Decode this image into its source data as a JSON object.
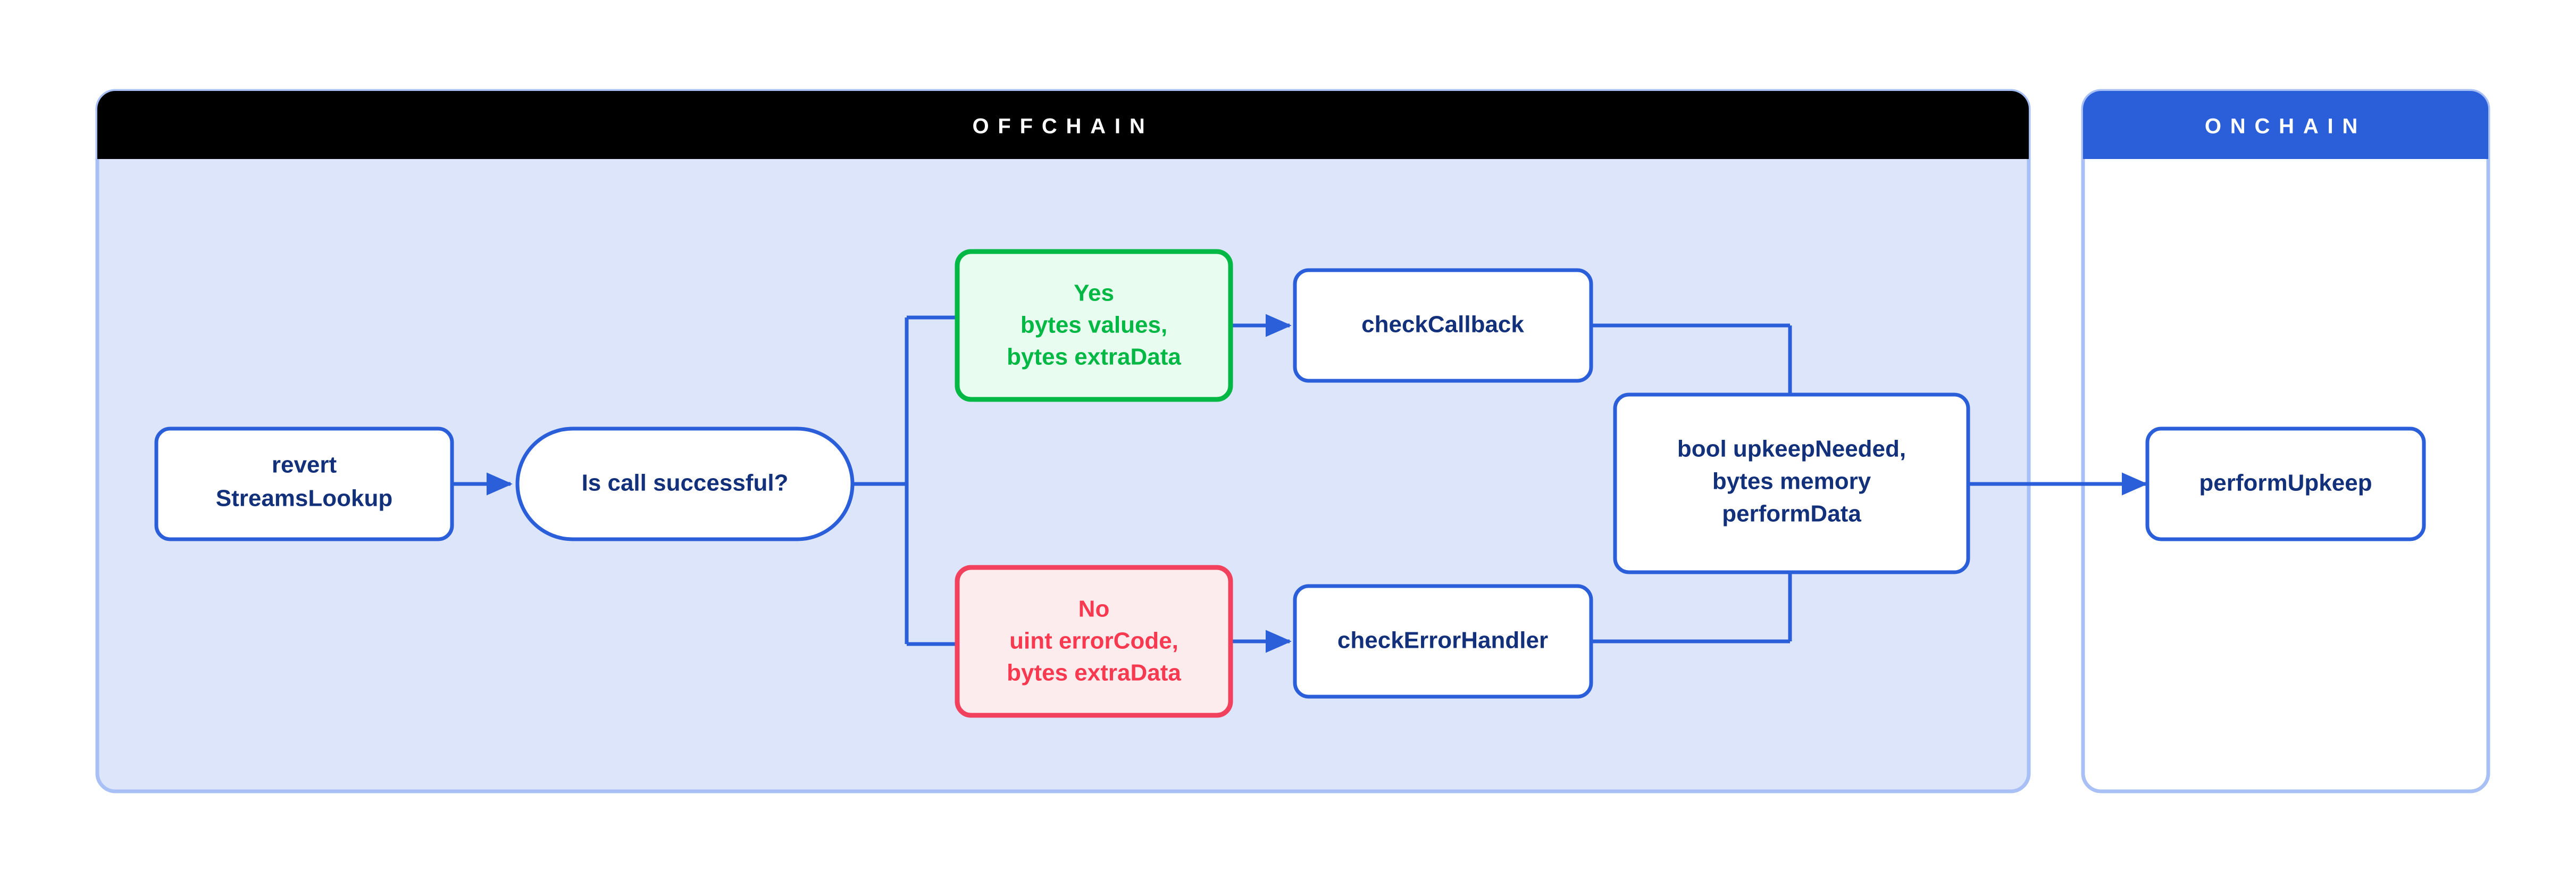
{
  "diagram": {
    "title_offchain": "OFFCHAIN",
    "title_onchain": "ONCHAIN",
    "colors": {
      "offchain_header_bg": "#000000",
      "onchain_header_bg": "#2B5FD9",
      "offchain_body_bg": "#DCE5F9",
      "onchain_body_bg": "#FFFFFF",
      "panel_border": "#A8C0F5",
      "connector": "#2B5FD9",
      "node_border": "#2B5FD9",
      "node_fill": "#FFFFFF",
      "node_text": "#13307B",
      "success_border": "#00B843",
      "success_fill": "#E8FCF0",
      "success_text": "#00B843",
      "error_border": "#F2415C",
      "error_fill": "#FDECEE",
      "error_text": "#F8394F",
      "header_text": "#FFFFFF"
    },
    "panels": [
      {
        "id": "offchain",
        "label": "OFFCHAIN"
      },
      {
        "id": "onchain",
        "label": "ONCHAIN"
      }
    ],
    "nodes": [
      {
        "id": "revert-streamslookup",
        "kind": "process",
        "lines": [
          "revert",
          "StreamsLookup"
        ]
      },
      {
        "id": "is-call-successful",
        "kind": "decision",
        "lines": [
          "Is call successful?"
        ]
      },
      {
        "id": "yes-branch",
        "kind": "success",
        "lines": [
          "Yes",
          "bytes values,",
          "bytes extraData"
        ]
      },
      {
        "id": "no-branch",
        "kind": "error",
        "lines": [
          "No",
          "uint errorCode,",
          "bytes extraData"
        ]
      },
      {
        "id": "check-callback",
        "kind": "process",
        "lines": [
          "checkCallback"
        ]
      },
      {
        "id": "check-error-handler",
        "kind": "process",
        "lines": [
          "checkErrorHandler"
        ]
      },
      {
        "id": "upkeep-needed",
        "kind": "process",
        "lines": [
          "bool upkeepNeeded,",
          "bytes memory",
          "performData"
        ]
      },
      {
        "id": "perform-upkeep",
        "kind": "process",
        "lines": [
          "performUpkeep"
        ]
      }
    ],
    "edges": [
      {
        "from": "revert-streamslookup",
        "to": "is-call-successful"
      },
      {
        "from": "is-call-successful",
        "to": "yes-branch"
      },
      {
        "from": "is-call-successful",
        "to": "no-branch"
      },
      {
        "from": "yes-branch",
        "to": "check-callback"
      },
      {
        "from": "no-branch",
        "to": "check-error-handler"
      },
      {
        "from": "check-callback",
        "to": "upkeep-needed"
      },
      {
        "from": "check-error-handler",
        "to": "upkeep-needed"
      },
      {
        "from": "upkeep-needed",
        "to": "perform-upkeep"
      }
    ]
  }
}
